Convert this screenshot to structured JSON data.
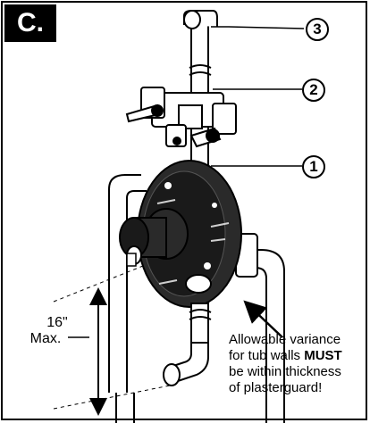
{
  "section_label": "C.",
  "callouts": [
    "1",
    "2",
    "3"
  ],
  "dimension": {
    "value": "16\"",
    "qualifier": "Max."
  },
  "note": {
    "line1": "Allowable variance",
    "line2_prefix": "for tub walls ",
    "line2_emphasis": "MUST",
    "line3": "be within thickness",
    "line4": "of plasterguard!"
  },
  "icons": [
    "dimension-arrow-icon",
    "leader-arrow-icon"
  ],
  "colors": {
    "ink": "#000000",
    "paper": "#ffffff",
    "shade": "#2a2a2a"
  }
}
